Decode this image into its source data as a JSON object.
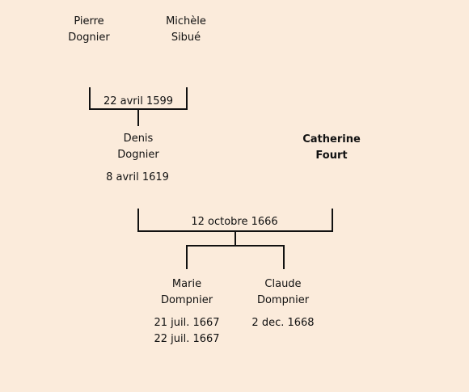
{
  "persons": {
    "pierre": {
      "first": "Pierre",
      "last": "Dognier"
    },
    "michele": {
      "first": "Michèle",
      "last": "Sibué"
    },
    "denis": {
      "first": "Denis",
      "last": "Dognier",
      "birth": "8 avril 1619"
    },
    "catherine": {
      "first": "Catherine",
      "last": "Fourt"
    },
    "marie": {
      "first": "Marie",
      "last": "Dompnier",
      "birth": "21 juil. 1667",
      "death": "22 juil. 1667"
    },
    "claude": {
      "first": "Claude",
      "last": "Dompnier",
      "birth": "2 dec. 1668"
    }
  },
  "marriages": {
    "pierre_michele": "22 avril 1599",
    "denis_catherine": "12 octobre 1666"
  },
  "colors": {
    "background": "#fbebdb",
    "line": "#111111"
  }
}
